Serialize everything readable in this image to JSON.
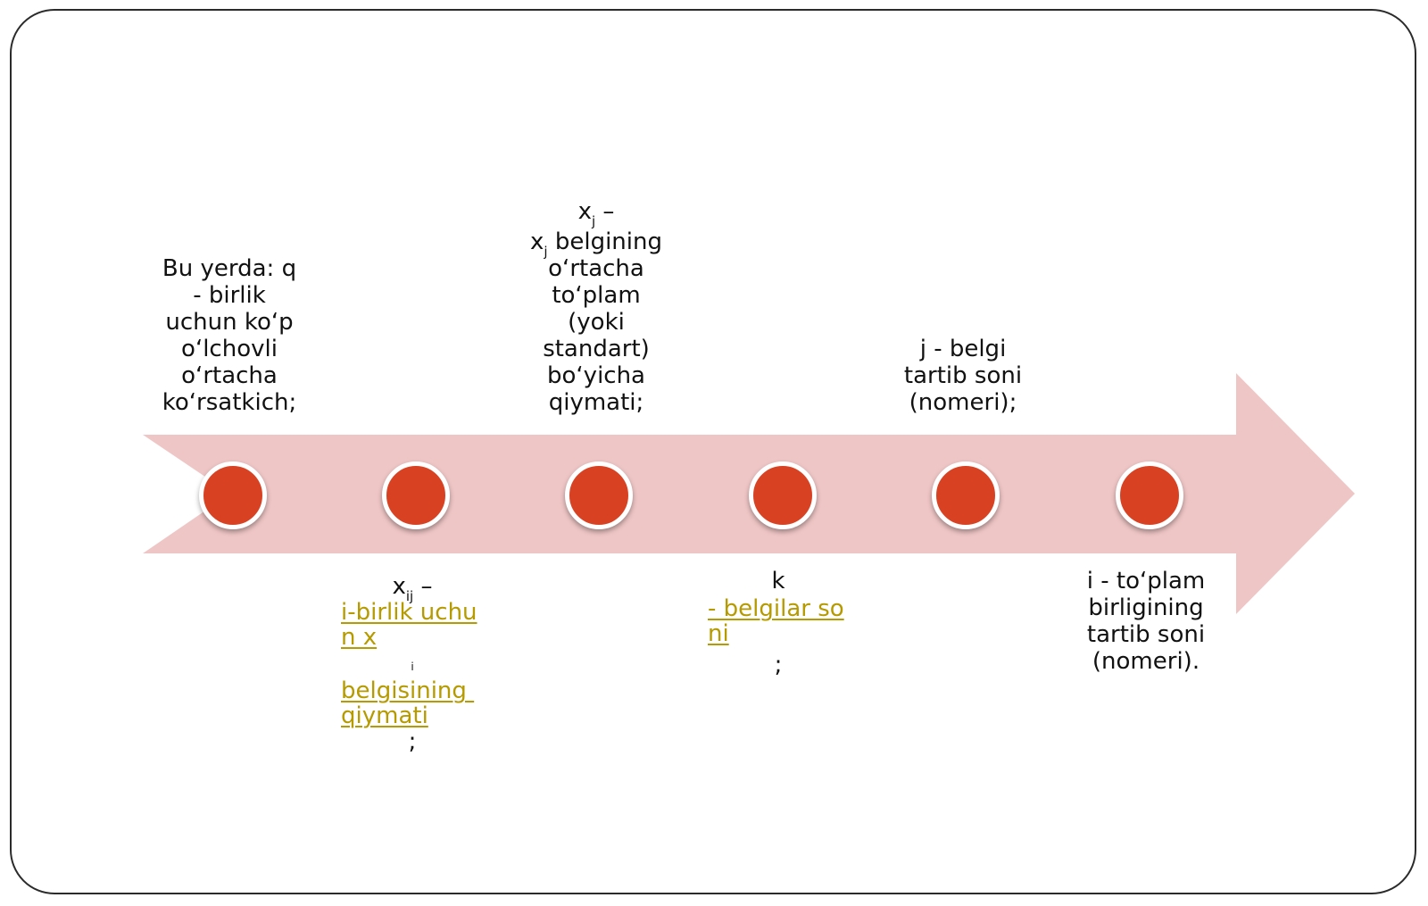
{
  "colors": {
    "arrow": "#efc6c6",
    "dot": "#d94123",
    "link": "#b59a00",
    "frame": "#2b2b2b"
  },
  "labels": {
    "label1": {
      "lines": [
        "Bu yerda: q",
        "- birlik",
        "uchun ko‘p",
        "o‘lchovli",
        "o‘rtacha",
        "ko‘rsatkich;"
      ]
    },
    "label2": {
      "var": "x",
      "var_sub": "ij",
      "dash": "–",
      "link_line1": "i-birlik uchu",
      "link_line2": "n x",
      "tiny": "i",
      "link_line3": "belgisining ",
      "link_line4": "qiymati",
      "semicolon": ";"
    },
    "label3": {
      "line1_var": "x",
      "line1_sub": "j",
      "line1_dash": "–",
      "line2_var": "x",
      "line2_sub": "j",
      "line2_rest": " belgining",
      "lines": [
        "o‘rtacha",
        "to‘plam",
        "(yoki",
        "standart)",
        "bo‘yicha",
        "qiymati;"
      ]
    },
    "label4": {
      "k": "k",
      "link_line1": "- belgilar so",
      "link_line2": "ni",
      "semicolon": ";"
    },
    "label5": {
      "lines": [
        "j - belgi",
        "tartib soni",
        "(nomeri);"
      ]
    },
    "label6": {
      "lines": [
        "i - to‘plam",
        "birligining",
        "tartib soni",
        "(nomeri)."
      ]
    }
  }
}
